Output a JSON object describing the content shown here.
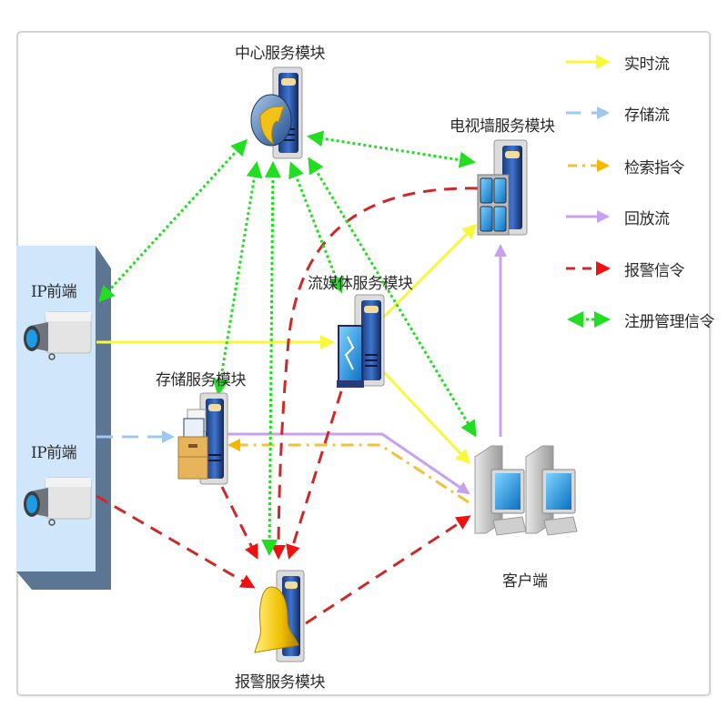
{
  "title": "视频监控系统架构图",
  "modules": {
    "center": "中心服务模块",
    "tvwall": "电视墙服务模块",
    "media": "流媒体服务模块",
    "storage": "存储服务模块",
    "alarm": "报警服务模块",
    "client": "客户端"
  },
  "front_end": {
    "cam1": "IP前端",
    "cam2": "IP前端"
  },
  "legend": [
    {
      "label": "实时流",
      "color": "#ffff33",
      "style": "solid"
    },
    {
      "label": "存储流",
      "color": "#9ec8ee",
      "style": "dashed"
    },
    {
      "label": "检索指令",
      "color": "#f2c13a",
      "style": "dash-dot"
    },
    {
      "label": "回放流",
      "color": "#c8a0f0",
      "style": "solid"
    },
    {
      "label": "报警信令",
      "color": "#cc2a2a",
      "style": "dashed"
    },
    {
      "label": "注册管理信令",
      "color": "#22dd22",
      "style": "dotted-bidirectional"
    }
  ],
  "colors": {
    "realtime": "#f8f83a",
    "storage": "#9ec8ee",
    "retrieve": "#f2c13a",
    "playback": "#c8a0f0",
    "alarm": "#cc2a2a",
    "alarm_head": "#ee1111",
    "register": "#22dd22",
    "panel_face": "#cfe6fb",
    "panel_side": "#5b7593"
  }
}
